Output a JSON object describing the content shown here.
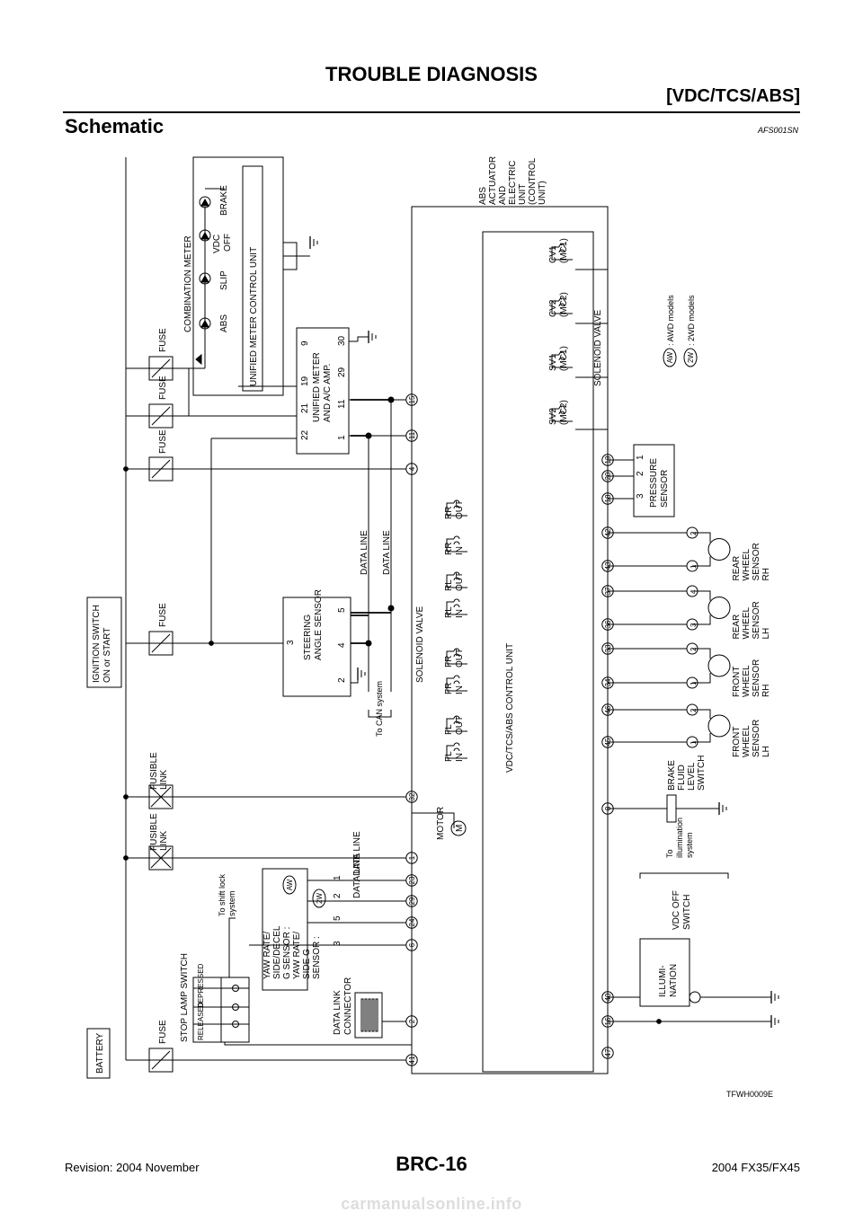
{
  "header": {
    "title": "TROUBLE DIAGNOSIS",
    "section": "[VDC/TCS/ABS]"
  },
  "section": {
    "title": "Schematic",
    "code": "AFS001SN"
  },
  "figure_code": "TFWH0009E",
  "footer": {
    "revision": "Revision: 2004 November",
    "page": "BRC-16",
    "model": "2004 FX35/FX45"
  },
  "watermark": "carmanualsonline.info",
  "diagram": {
    "battery": "BATTERY",
    "fuse": "FUSE",
    "fusible_link": [
      "FUSIBLE",
      "LINK"
    ],
    "ignition_switch": [
      "IGNITION SWITCH",
      "ON or START"
    ],
    "stop_lamp_switch": "STOP LAMP SWITCH",
    "released": "RELEASED",
    "depressed": "DEPRESSED",
    "shift_lock": [
      "To shift lock",
      "system"
    ],
    "data_link_connector": [
      "DATA LINK",
      "CONNECTOR"
    ],
    "yaw_rate_sensor": [
      "YAW RATE/",
      "SIDE/DECEL",
      "G SENSOR :",
      "YAW RATE/",
      "SIDE G",
      "SENSOR :"
    ],
    "yaw_terminals": [
      "3",
      "5",
      "2",
      "1"
    ],
    "data_line": "DATA LINE",
    "can_system": "To CAN system",
    "steering_sensor": [
      "STEERING",
      "ANGLE SENSOR"
    ],
    "steering_terminals": [
      "3",
      "2",
      "4",
      "5"
    ],
    "meter_amp": [
      "UNIFIED METER",
      "AND A/C AMP."
    ],
    "meter_amp_top_terminals": [
      "22",
      "21",
      "19",
      "9"
    ],
    "meter_amp_bottom_terminals": [
      "1",
      "11",
      "29",
      "30"
    ],
    "combination_meter": "COMBINATION METER",
    "meter_control_unit": "UNIFIED METER CONTROL UNIT",
    "lamps": [
      "ABS",
      "SLIP",
      "VDC",
      "OFF",
      "BRAKE"
    ],
    "actuator": [
      "ABS",
      "ACTUATOR",
      "AND",
      "ELECTRIC",
      "UNIT",
      "(CONTROL",
      "UNIT)"
    ],
    "control_unit": "VDC/TCS/ABS CONTROL UNIT",
    "solenoid_valve": "SOLENOID VALVE",
    "wheel_valves": [
      [
        "FL",
        "IN"
      ],
      [
        "FL",
        "OUT"
      ],
      [
        "FR",
        "IN"
      ],
      [
        "FR",
        "OUT"
      ],
      [
        "RL",
        "IN"
      ],
      [
        "RL",
        "OUT"
      ],
      [
        "RR",
        "IN"
      ],
      [
        "RR",
        "OUT"
      ]
    ],
    "upper_valves": [
      [
        "SV2",
        "(MC2)"
      ],
      [
        "SV1",
        "(MC1)"
      ],
      [
        "CV2",
        "(MC2)"
      ],
      [
        "CV1",
        "(MC1)"
      ]
    ],
    "motor": "MOTOR",
    "motor_symbol": "M",
    "top_pins": [
      "41",
      "2",
      "6",
      "24",
      "29",
      "23",
      "1",
      "32",
      "4",
      "11",
      "15"
    ],
    "bottom_pins": [
      "47",
      "16",
      "40",
      "8",
      "45",
      "46",
      "34",
      "33",
      "36",
      "37",
      "43",
      "42",
      "18",
      "20",
      "19"
    ],
    "illumination": [
      "ILLUMI-",
      "NATION"
    ],
    "vdc_off_switch": [
      "VDC OFF",
      "SWITCH"
    ],
    "illum_system": [
      "To",
      "illumination",
      "system"
    ],
    "brake_fluid_switch": [
      "BRAKE",
      "FLUID",
      "LEVEL",
      "SWITCH"
    ],
    "wheel_sensors": [
      [
        "FRONT",
        "WHEEL",
        "SENSOR",
        "LH"
      ],
      [
        "FRONT",
        "WHEEL",
        "SENSOR",
        "RH"
      ],
      [
        "REAR",
        "WHEEL",
        "SENSOR",
        "LH"
      ],
      [
        "REAR",
        "WHEEL",
        "SENSOR",
        "RH"
      ]
    ],
    "wheel_sensor_terminals": [
      "1",
      "2",
      "1",
      "2",
      "3",
      "4",
      "1",
      "2"
    ],
    "pressure_sensor": [
      "PRESSURE",
      "SENSOR"
    ],
    "pressure_terminals": [
      "3",
      "2",
      "1"
    ],
    "legend": [
      {
        "code": "AW",
        "text": ": AWD models"
      },
      {
        "code": "2W",
        "text": ": 2WD models"
      }
    ]
  }
}
